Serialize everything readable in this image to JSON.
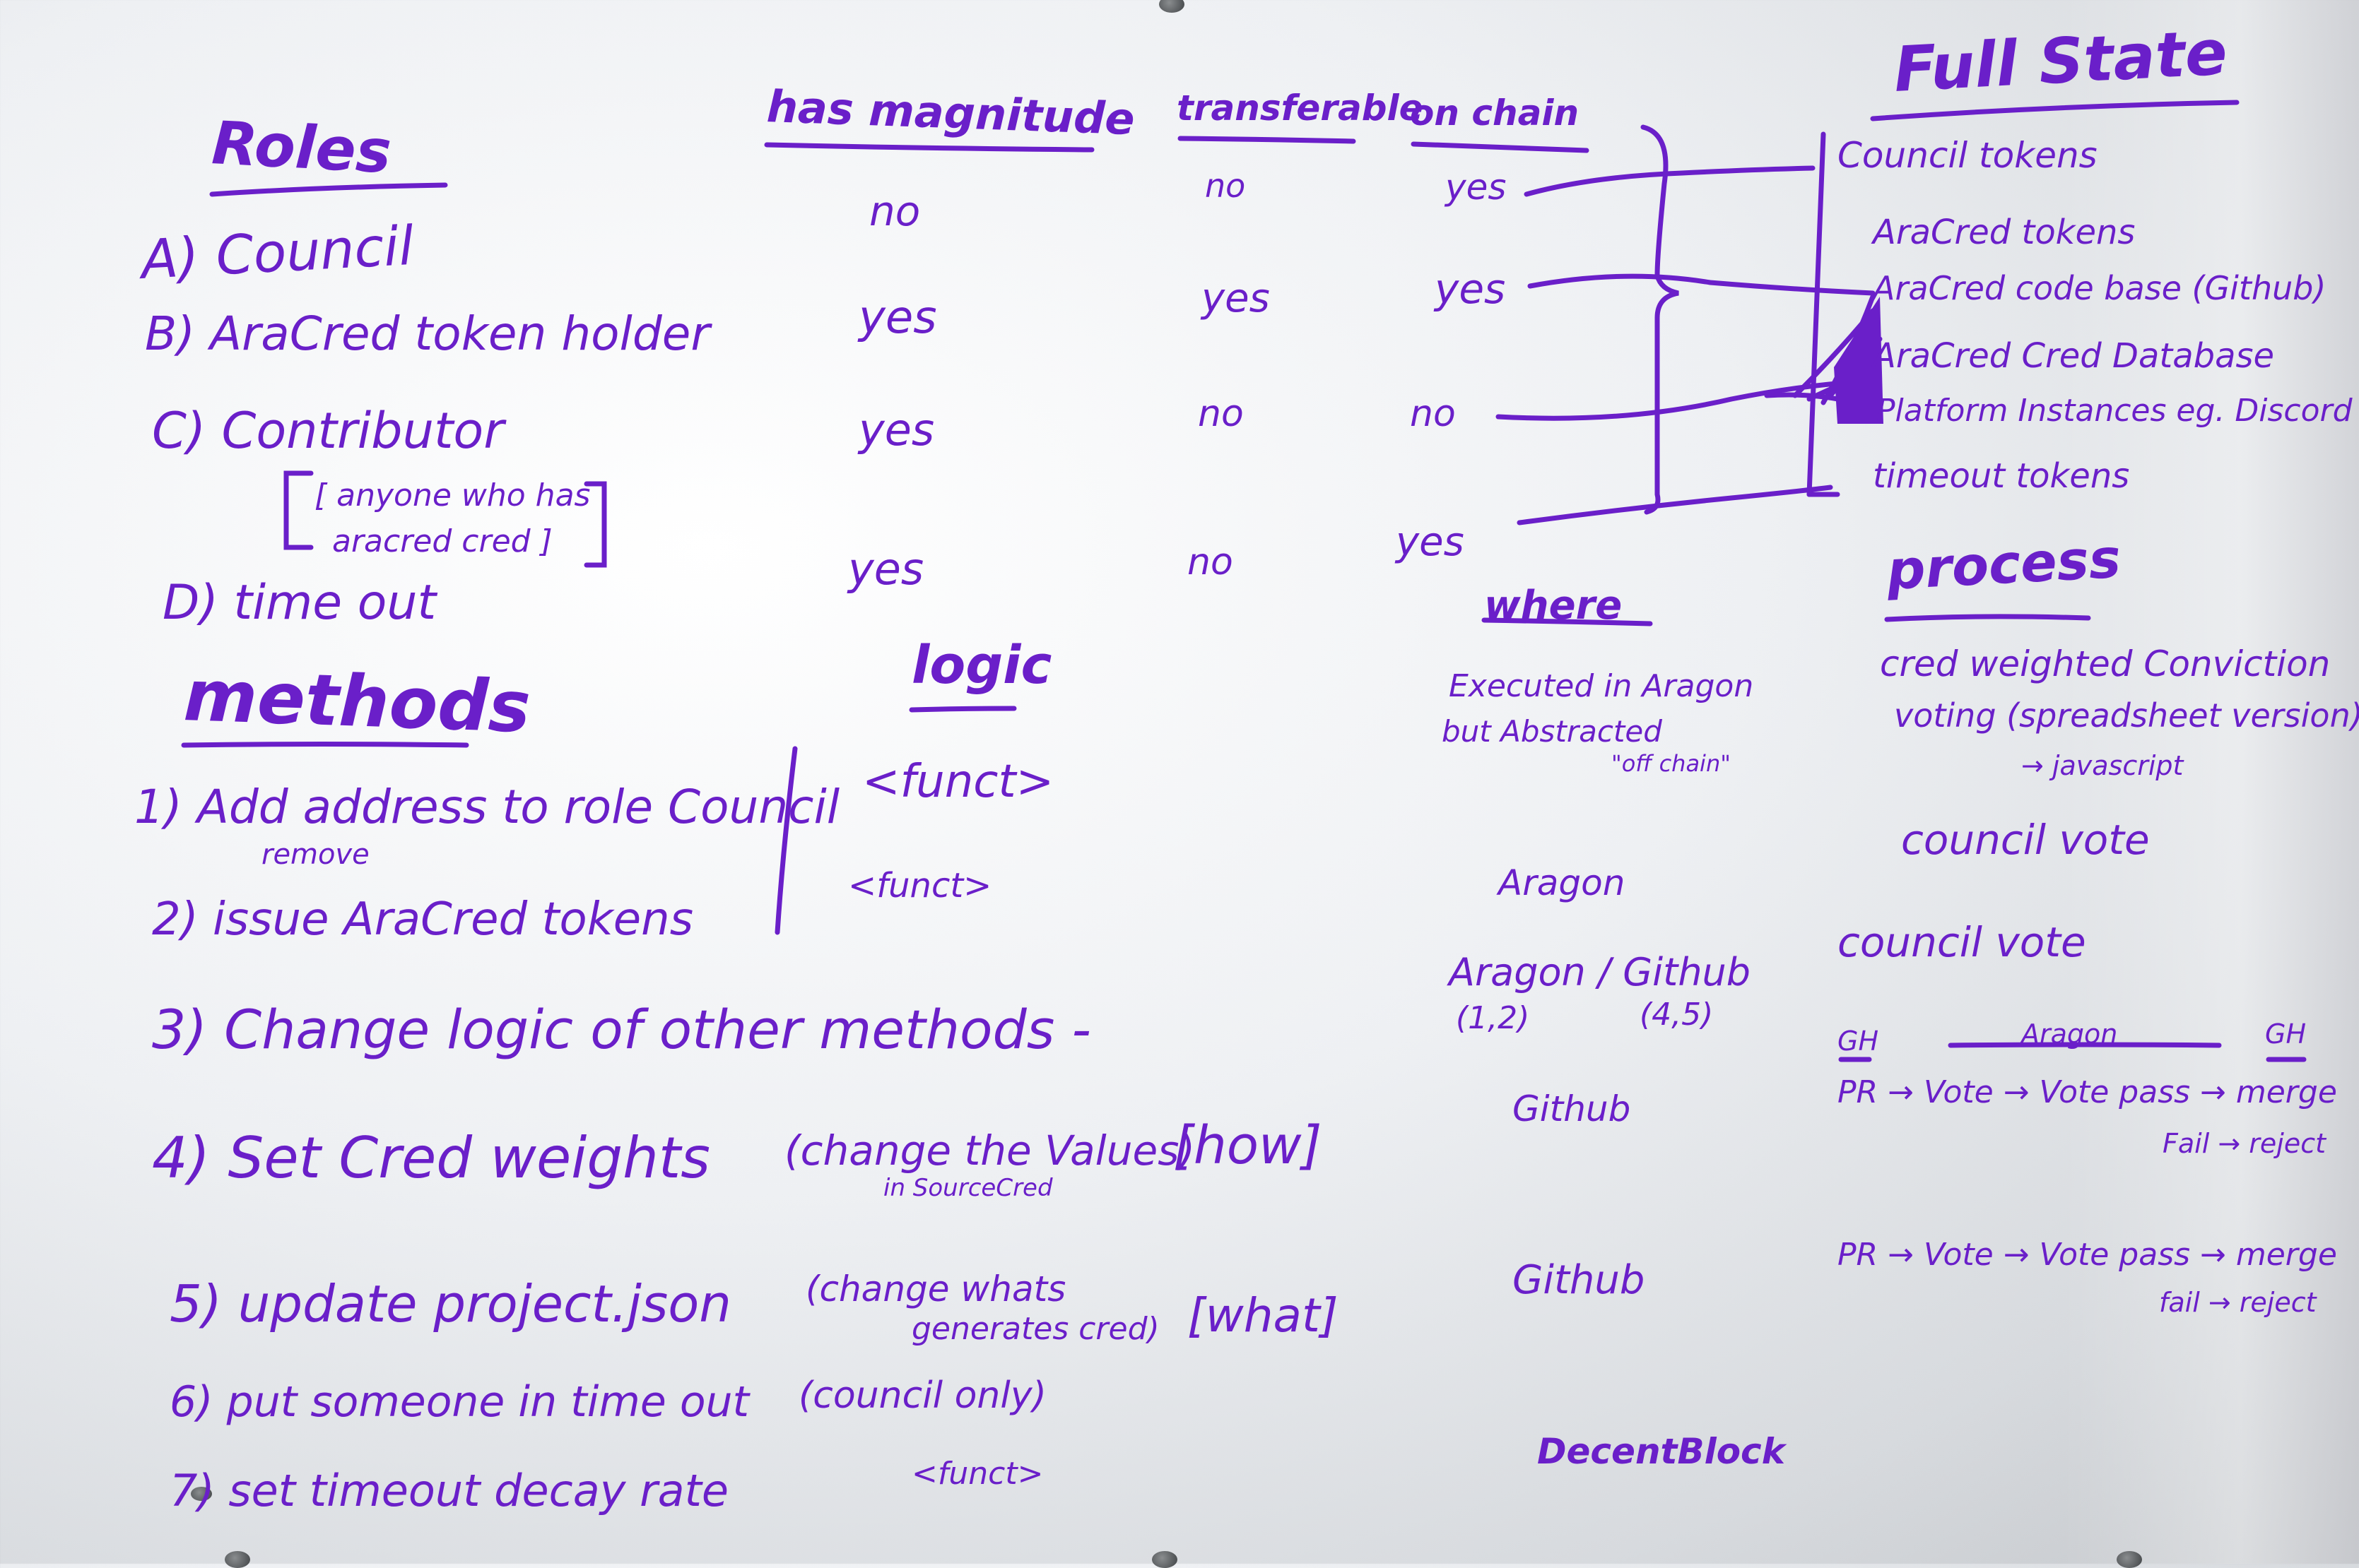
{
  "board": {
    "headers": {
      "roles": "Roles",
      "has_magnitude": "has magnitude",
      "transferable": "transferable",
      "on_chain": "on chain",
      "full_state": "Full State",
      "methods": "methods",
      "logic": "logic",
      "where": "where",
      "process": "process"
    },
    "roles": {
      "a": "A) Council",
      "b": "B) AraCred token holder",
      "c": "C) Contributor",
      "c_note_1": "[ anyone who has",
      "c_note_2": "aracred cred ]",
      "d": "D) time out"
    },
    "table": {
      "rows": [
        {
          "magnitude": "no",
          "transferable": "no",
          "on_chain": "yes"
        },
        {
          "magnitude": "yes",
          "transferable": "yes",
          "on_chain": "yes"
        },
        {
          "magnitude": "yes",
          "transferable": "no",
          "on_chain": "no"
        },
        {
          "magnitude": "yes",
          "transferable": "no",
          "on_chain": "yes"
        }
      ]
    },
    "full_state": {
      "items": [
        "Council tokens",
        "AraCred tokens",
        "AraCred code base (Github)",
        "AraCred Cred Database",
        "Platform Instances eg. Discord",
        "timeout tokens"
      ]
    },
    "methods": {
      "m1": "1) Add address to role Council",
      "m1_sub": "remove",
      "m2": "2) issue AraCred tokens",
      "m3": "3) Change logic of other methods -",
      "m4": "4) Set Cred weights",
      "m4_paren": "(change the Values)",
      "m4_paren_sub": "in SourceCred",
      "m4_bracket": "[how]",
      "m5": "5) update project.json",
      "m5_paren_1": "(change whats",
      "m5_paren_2": "generates cred)",
      "m5_bracket": "[what]",
      "m6": "6) put someone in time out",
      "m6_paren": "(council only)",
      "m7": "7) set timeout decay rate"
    },
    "logic": {
      "l1": "<funct>",
      "l2": "<funct>",
      "l7": "<funct>"
    },
    "where": {
      "w1_1": "Executed in Aragon",
      "w1_2": "but Abstracted",
      "w1_3": "\"off chain\"",
      "w2": "Aragon",
      "w3_1": "Aragon / Github",
      "w3_2": "(1,2)",
      "w3_3": "(4,5)",
      "w4": "Github",
      "w5": "Github",
      "w6": "DecentBlock"
    },
    "process": {
      "p1_1": "cred weighted Conviction",
      "p1_2": "voting (spreadsheet version)",
      "p1_3": "→ javascript",
      "p2": "council vote",
      "p3": "council vote",
      "flow_labels": {
        "gh_left": "GH",
        "aragon": "Aragon",
        "gh_right": "GH"
      },
      "flow1_1": "PR → Vote → Vote pass → merge",
      "flow1_2": "Fail → reject",
      "flow2_1": "PR → Vote → Vote pass → merge",
      "flow2_2": "fail → reject"
    }
  }
}
